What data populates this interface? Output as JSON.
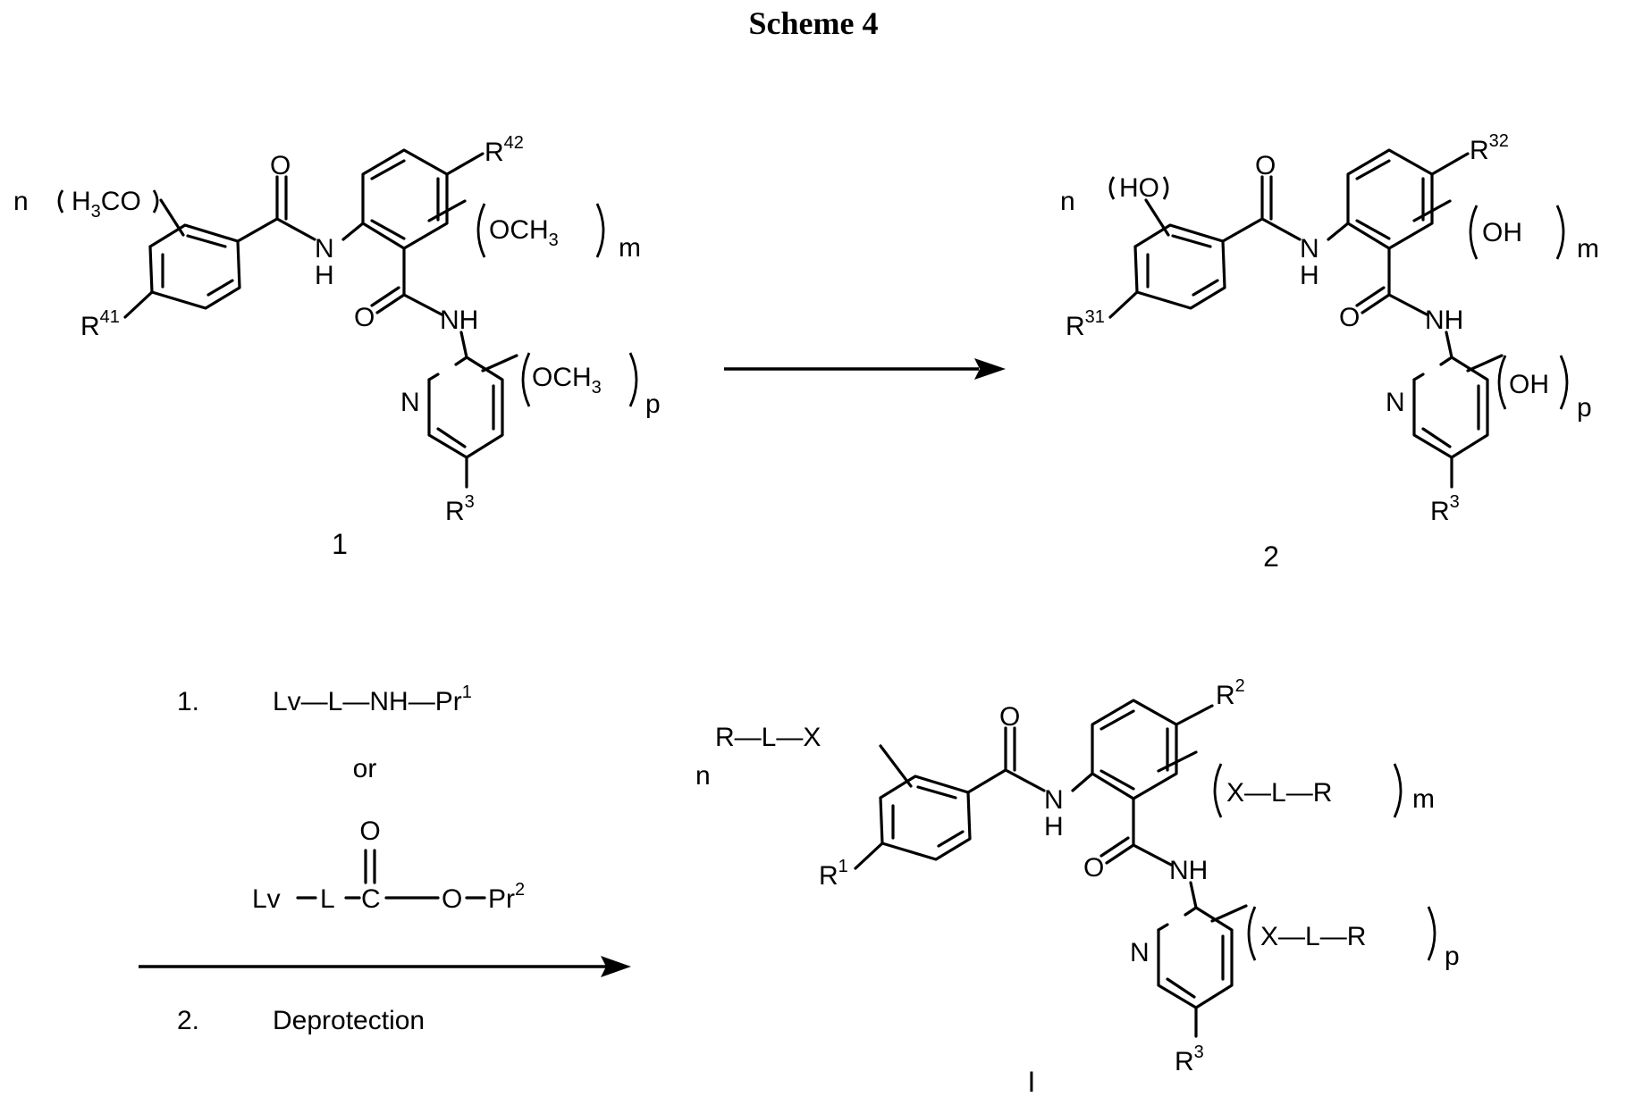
{
  "scheme": {
    "title": "Scheme 4"
  },
  "compound1": {
    "number": "1",
    "label_n": "n",
    "label_h3co": "H3CO",
    "label_h3co_h": "H",
    "label_h3co_3": "3",
    "label_h3co_co": "CO",
    "label_r41": "R",
    "label_r41_sup": "41",
    "label_r42": "R",
    "label_r42_sup": "42",
    "label_o_amide1": "O",
    "label_nh_amide1": "N",
    "label_h_amide1": "H",
    "label_o_amide2": "O",
    "label_nh_amide2": "NH",
    "label_och3_m": "OCH",
    "label_och3_m_sub": "3",
    "label_m": "m",
    "label_och3_p": "OCH",
    "label_och3_p_sub": "3",
    "label_p": "p",
    "label_n_pyr": "N",
    "label_r3": "R",
    "label_r3_sup": "3"
  },
  "compound2": {
    "number": "2",
    "label_n": "n",
    "label_ho": "HO",
    "label_r31": "R",
    "label_r31_sup": "31",
    "label_r32": "R",
    "label_r32_sup": "32",
    "label_o_amide1": "O",
    "label_nh_amide1": "N",
    "label_h_amide1": "H",
    "label_o_amide2": "O",
    "label_nh_amide2": "NH",
    "label_oh_m": "OH",
    "label_m": "m",
    "label_oh_p": "OH",
    "label_p": "p",
    "label_n_pyr": "N",
    "label_r3": "R",
    "label_r3_sup": "3"
  },
  "compoundI": {
    "number": "I",
    "label_n": "n",
    "label_rlx": "R—L—X",
    "label_r1": "R",
    "label_r1_sup": "1",
    "label_r2": "R",
    "label_r2_sup": "2",
    "label_o_amide1": "O",
    "label_nh_amide1": "N",
    "label_h_amide1": "H",
    "label_o_amide2": "O",
    "label_nh_amide2": "NH",
    "label_xlr_m": "X—L—R",
    "label_m": "m",
    "label_xlr_p": "X—L—R",
    "label_p": "p",
    "label_n_pyr": "N",
    "label_r3": "R",
    "label_r3_sup": "3"
  },
  "reagents": {
    "step1_num": "1.",
    "step1_reagent_a": "Lv—L—NH—Pr",
    "step1_reagent_a_sup": "1",
    "or": "or",
    "step1_reagent_b_o": "O",
    "step1_reagent_b_lv": "Lv",
    "step1_reagent_b_l": "L",
    "step1_reagent_b_c": "C",
    "step1_reagent_b_o2": "O",
    "step1_reagent_b_pr": "Pr",
    "step1_reagent_b_sup": "2",
    "step2_num": "2.",
    "step2_label": "Deprotection"
  }
}
